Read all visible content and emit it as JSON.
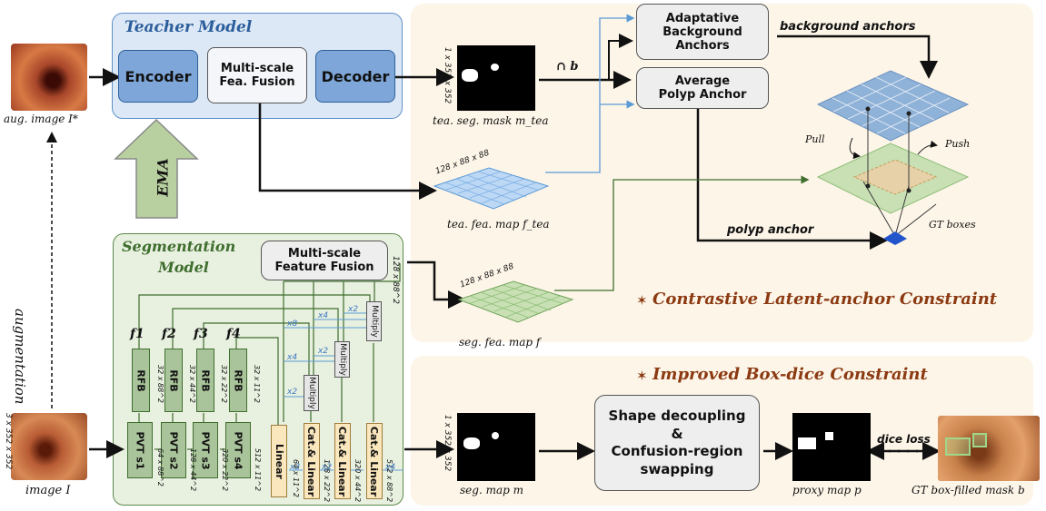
{
  "teacher": {
    "title": "Teacher Model",
    "encoder": "Encoder",
    "fusion_line1": "Multi-scale",
    "fusion_line2": "Fea. Fusion",
    "decoder": "Decoder",
    "ema": "EMA"
  },
  "inputs": {
    "aug_image": "aug. image I*",
    "augmentation": "augmentation",
    "image": "image I",
    "image_dims": "3 x 352 x 352"
  },
  "contrastive": {
    "mask_dims": "1 x 352 x 352",
    "mask_caption": "tea. seg. mask m_tea",
    "cap_symbol": "∩ b",
    "feat_dims": "128 x 88 x 88",
    "feat_caption": "tea. fea. map f_tea",
    "bg_anchor_line1": "Adaptative",
    "bg_anchor_line2": "Background",
    "bg_anchor_line3": "Anchors",
    "avg_anchor_line1": "Average",
    "avg_anchor_line2": "Polyp Anchor",
    "background_anchors": "background anchors",
    "polyp_anchor": "polyp anchor",
    "pull": "Pull",
    "push": "Push",
    "gt_boxes": "GT boxes",
    "title": "Contrastive Latent-anchor Constraint"
  },
  "segmentation": {
    "title_line1": "Segmentation",
    "title_line2": "Model",
    "fusion_line1": "Multi-scale",
    "fusion_line2": "Feature Fusion",
    "fusion_dims": "128 x 88^2",
    "feat_dims": "128 x 88 x 88",
    "feat_caption": "seg. fea. map f",
    "f_labels": [
      "f1",
      "f2",
      "f3",
      "f4"
    ],
    "rfb": "RFB",
    "rfb_dims": [
      "32 x 88^2",
      "32 x 44^2",
      "32 x 22^2",
      "32 x 11^2"
    ],
    "pvt": [
      "PVT s1",
      "PVT s2",
      "PVT s3",
      "PVT s4"
    ],
    "pvt_dims": [
      "64 x 88^2",
      "128 x 44^2",
      "320 x 22^2",
      "512 x 11^2"
    ],
    "multiply": "Multiply",
    "linear": "Linear",
    "cat_linear": "Cat.& Linear",
    "col_dims": [
      "64 x 11^2",
      "128 x 22^2",
      "320 x 44^2",
      "512 x 88^2"
    ],
    "scales": [
      "x8",
      "x4",
      "x2",
      "x4",
      "x2",
      "x2",
      "x2",
      "x2",
      "x4"
    ]
  },
  "boxdice": {
    "title": "Improved Box-dice Constraint",
    "segmap_dims": "1 x 352 x 352",
    "segmap_caption": "seg. map m",
    "shape_line1": "Shape decoupling",
    "shape_line2": "&",
    "shape_line3": "Confusion-region",
    "shape_line4": "swapping",
    "proxy_caption": "proxy map p",
    "dice_loss": "dice loss",
    "gt_caption": "GT box-filled mask b"
  },
  "colors": {
    "teacher_bg": "#dce8f5",
    "seg_bg": "#e8f0e0",
    "right_bg": "#fdf5e8",
    "accent_title": "#8b3a12",
    "block_blue": "#7ea6d8",
    "rfb_green": "#a9c49a",
    "yellow_block": "#fbe7bd"
  }
}
